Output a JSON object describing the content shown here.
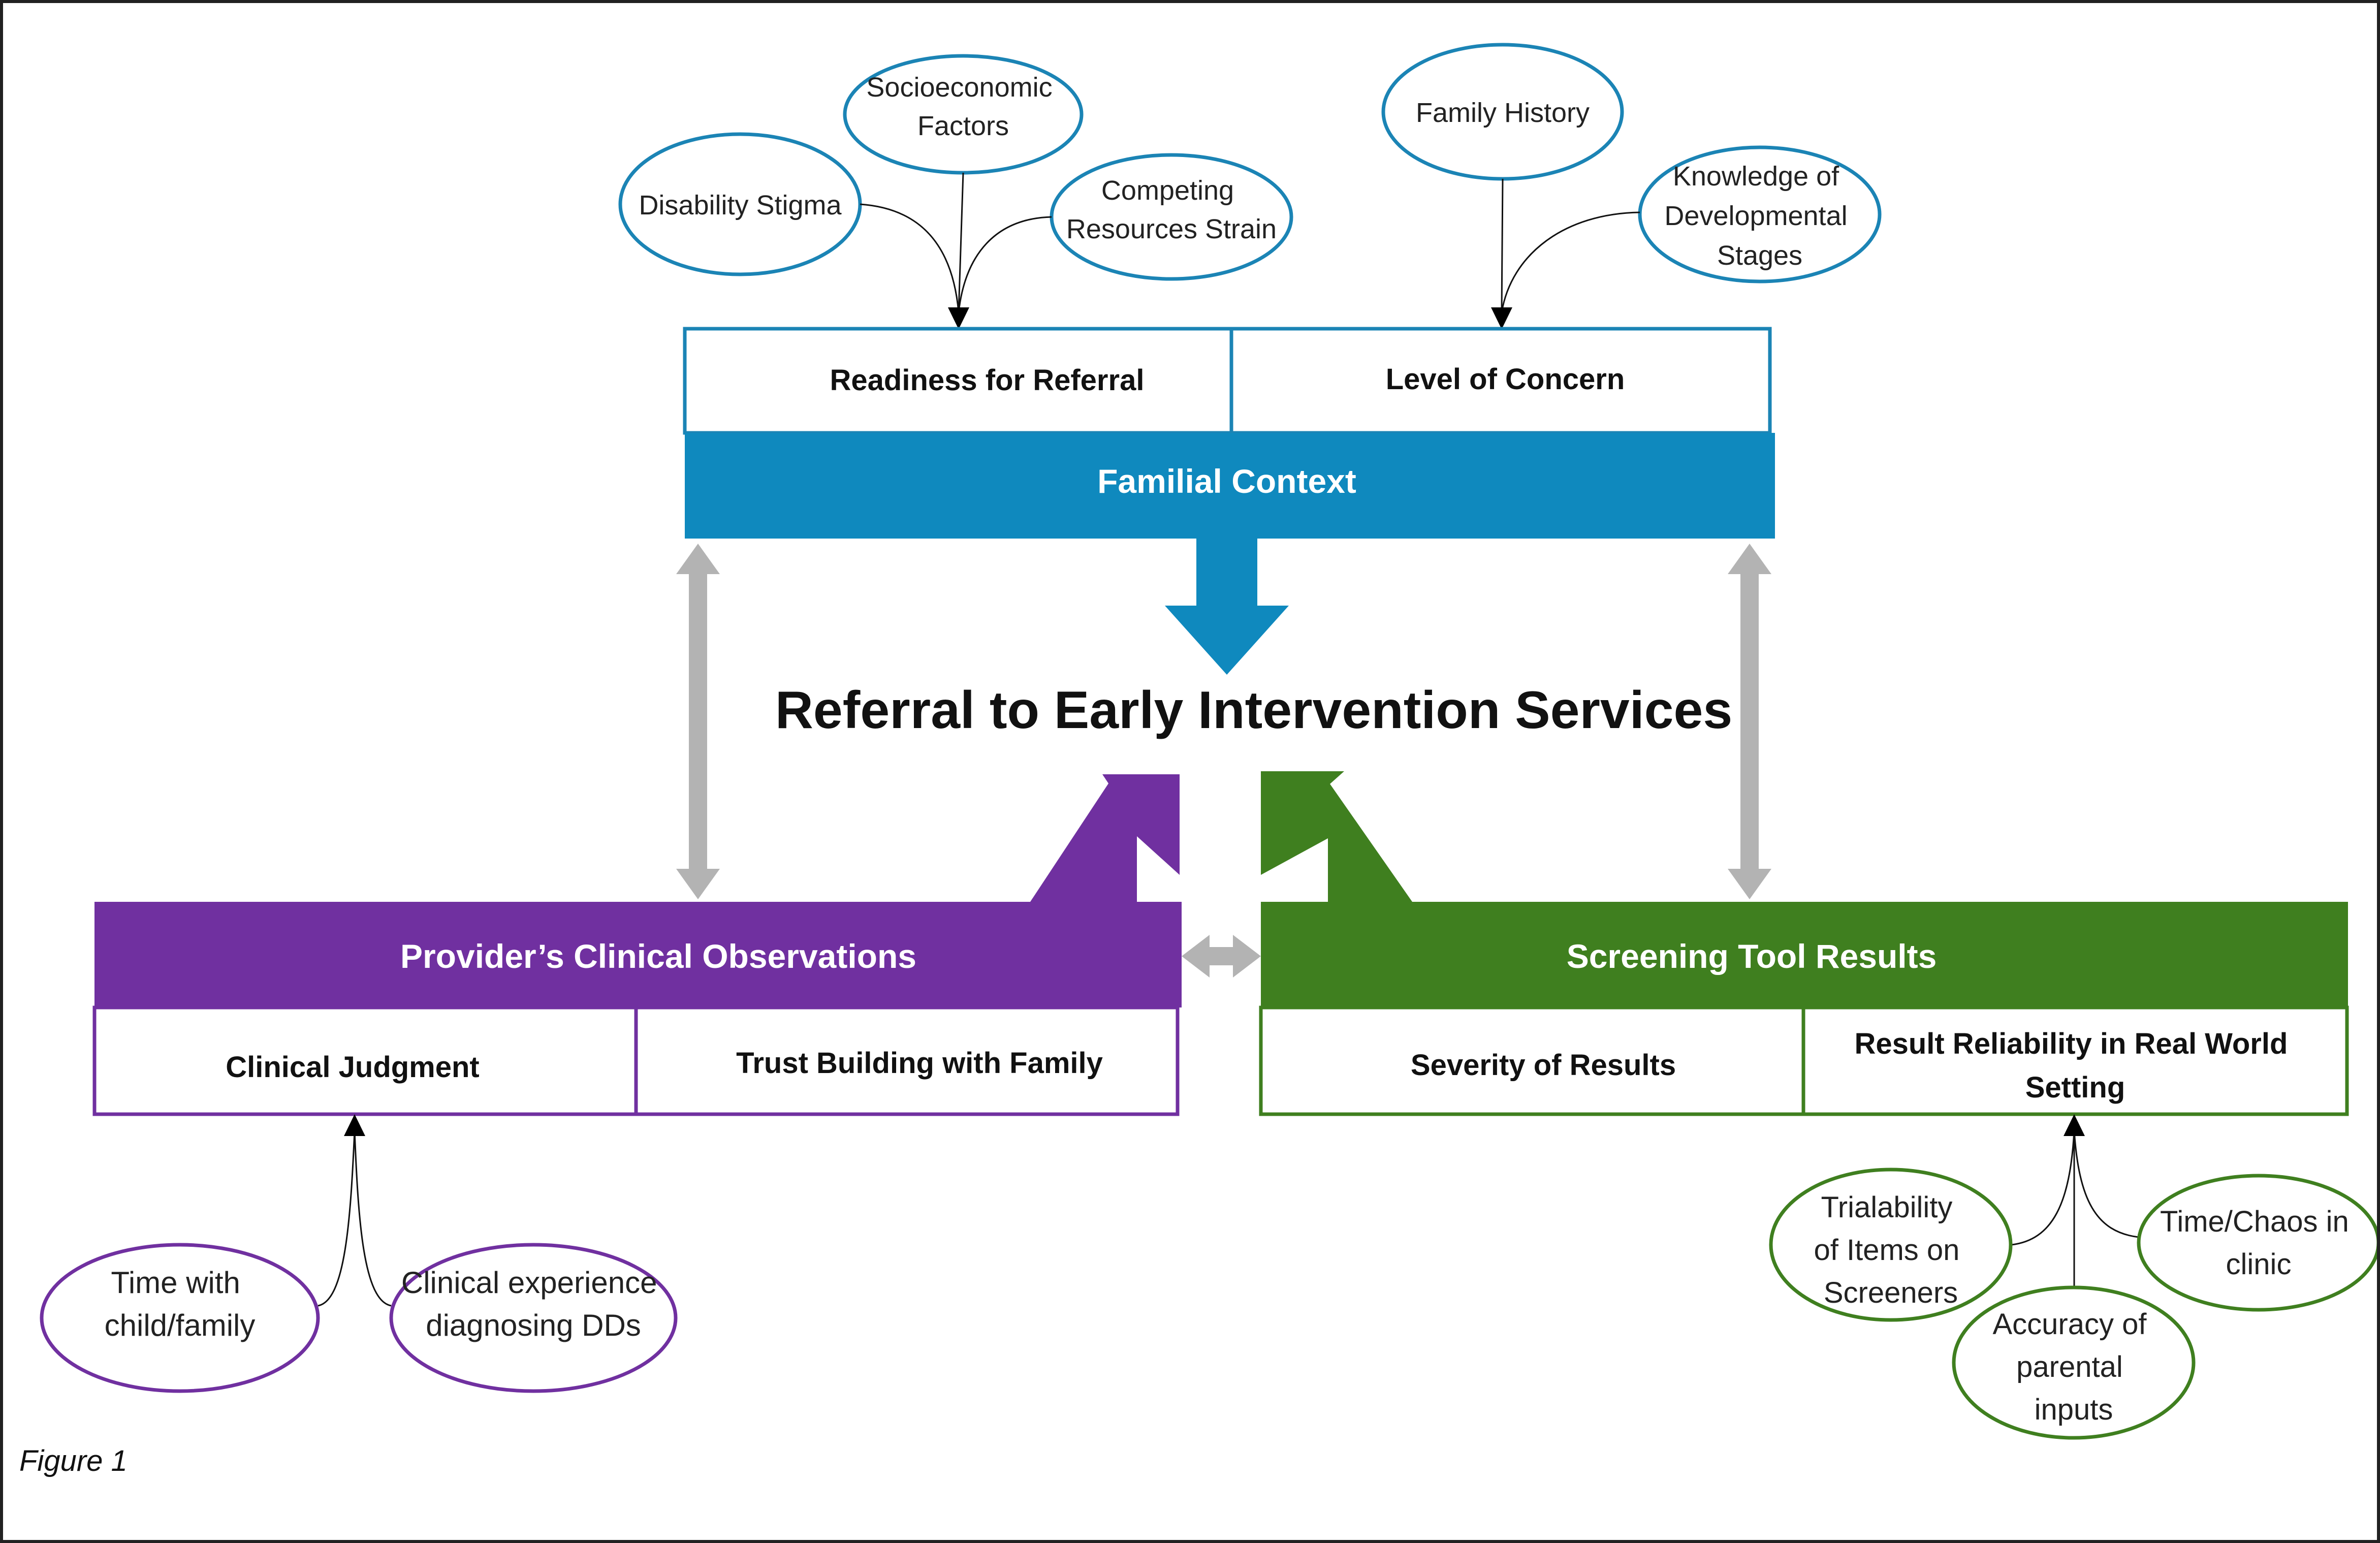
{
  "title": "Referral to Early Intervention Services",
  "caption": "Figure 1",
  "colors": {
    "familial": "#0f89be",
    "provider": "#7030a0",
    "screening": "#3f7f1f",
    "bidirectional_arrow": "#b3b3b3",
    "frame": "#222222"
  },
  "familial": {
    "banner": "Familial Context",
    "box_left": "Readiness for Referral",
    "box_right": "Level of Concern",
    "ovals": {
      "socioeconomic": [
        "Socioeconomic",
        "Factors"
      ],
      "stigma": [
        "Disability Stigma"
      ],
      "competing": [
        "Competing",
        "Resources Strain"
      ],
      "history": [
        "Family History"
      ],
      "knowledge": [
        "Knowledge of",
        "Developmental",
        "Stages"
      ]
    }
  },
  "provider": {
    "banner": "Provider’s Clinical Observations",
    "box_left": "Clinical Judgment",
    "box_right": "Trust Building with Family",
    "ovals": {
      "time": [
        "Time with",
        "child/family"
      ],
      "experience": [
        "Clinical experience",
        "diagnosing DDs"
      ]
    }
  },
  "screening": {
    "banner": "Screening Tool Results",
    "box_left": "Severity of Results",
    "box_right": [
      "Result Reliability in Real World",
      "Setting"
    ],
    "ovals": {
      "trialability": [
        "Trialability",
        "of Items on",
        "Screeners"
      ],
      "accuracy": [
        "Accuracy of",
        "parental",
        "inputs"
      ],
      "chaos": [
        "Time/Chaos in",
        "clinic"
      ]
    }
  }
}
